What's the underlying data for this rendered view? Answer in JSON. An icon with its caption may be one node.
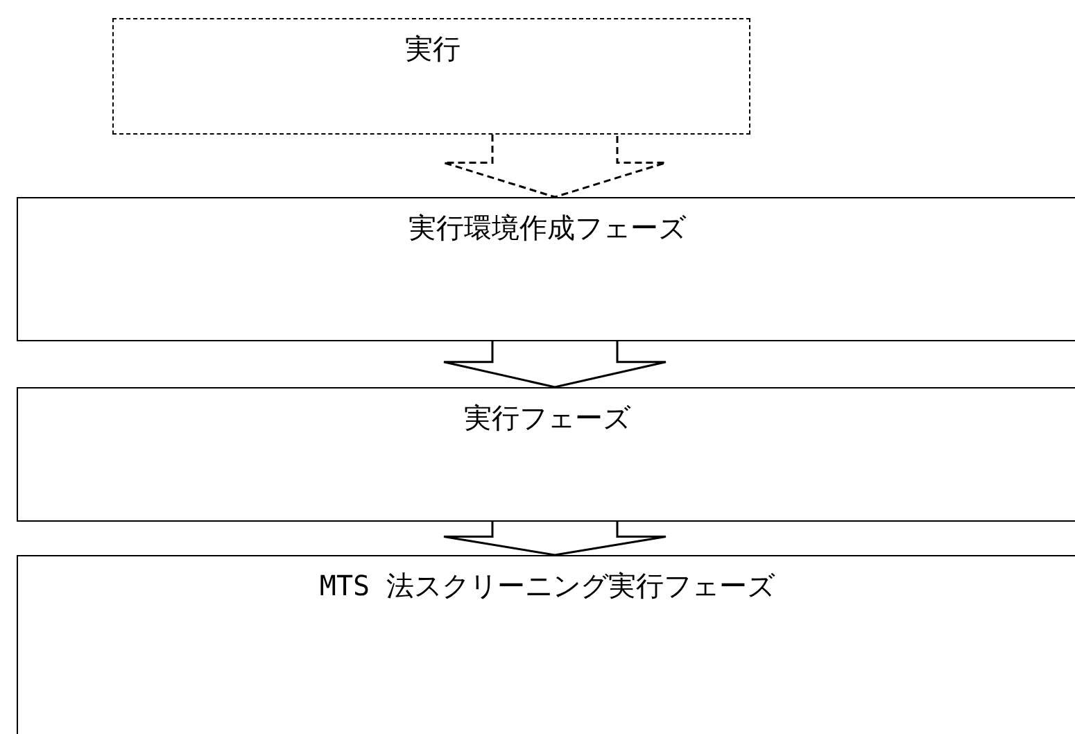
{
  "diagram": {
    "nodes": [
      {
        "text": [
          "実行"
        ]
      },
      {
        "text": [
          "実行環境作成フェーズ"
        ]
      },
      {
        "text": [
          "実行フェーズ"
        ]
      },
      {
        "text": [
          "MTS 法スクリーニング実行フェーズ"
        ]
      }
    ],
    "edges": [
      {
        "from": 0,
        "to": 1,
        "arrow": "to",
        "style": "dashed"
      },
      {
        "from": 1,
        "to": 2,
        "arrow": "to"
      },
      {
        "from": 2,
        "to": 3,
        "arrow": "to"
      }
    ]
  }
}
